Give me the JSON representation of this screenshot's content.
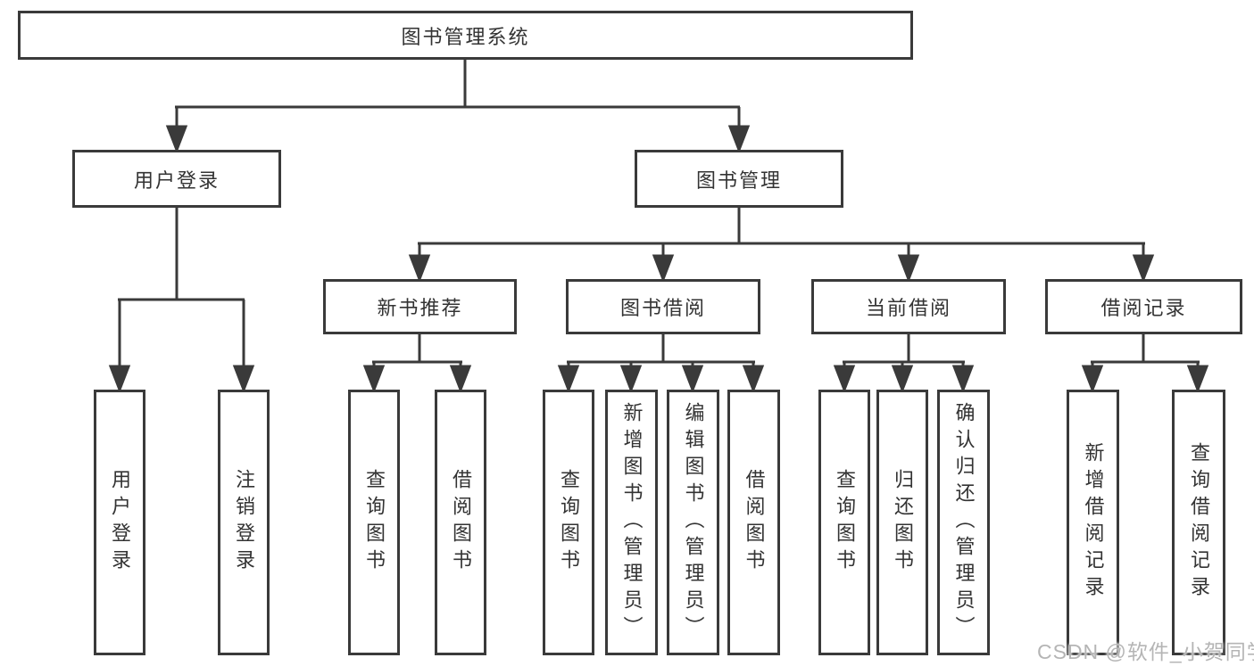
{
  "nodes": {
    "root": {
      "label": "图书管理系统"
    },
    "user_login": {
      "label": "用户登录"
    },
    "book_mgmt": {
      "label": "图书管理"
    },
    "new_book_rec": {
      "label": "新书推荐"
    },
    "book_borrow": {
      "label": "图书借阅"
    },
    "current_borrow": {
      "label": "当前借阅"
    },
    "borrow_records": {
      "label": "借阅记录"
    },
    "ul_login": {
      "label": "用户登录"
    },
    "ul_logout": {
      "label": "注销登录"
    },
    "nb_query": {
      "label": "查询图书"
    },
    "nb_borrow": {
      "label": "借阅图书"
    },
    "bb_query": {
      "label": "查询图书"
    },
    "bb_add": {
      "label": "新增图书（管理员）"
    },
    "bb_edit": {
      "label": "编辑图书（管理员）"
    },
    "bb_borrow": {
      "label": "借阅图书"
    },
    "cb_query": {
      "label": "查询图书"
    },
    "cb_return": {
      "label": "归还图书"
    },
    "cb_confirm": {
      "label": "确认归还（管理员）"
    },
    "br_add": {
      "label": "新增借阅记录"
    },
    "br_query": {
      "label": "查询借阅记录"
    }
  },
  "hierarchy": {
    "图书管理系统": {
      "用户登录": [
        "用户登录",
        "注销登录"
      ],
      "图书管理": {
        "新书推荐": [
          "查询图书",
          "借阅图书"
        ],
        "图书借阅": [
          "查询图书",
          "新增图书（管理员）",
          "编辑图书（管理员）",
          "借阅图书"
        ],
        "当前借阅": [
          "查询图书",
          "归还图书",
          "确认归还（管理员）"
        ],
        "借阅记录": [
          "新增借阅记录",
          "查询借阅记录"
        ]
      }
    }
  },
  "watermark": {
    "text": "CSDN @软件_小贺同学"
  },
  "colors": {
    "line": "#3a3a3a",
    "text": "#333333",
    "background": "#ffffff",
    "watermark": "#b5b5b5"
  }
}
